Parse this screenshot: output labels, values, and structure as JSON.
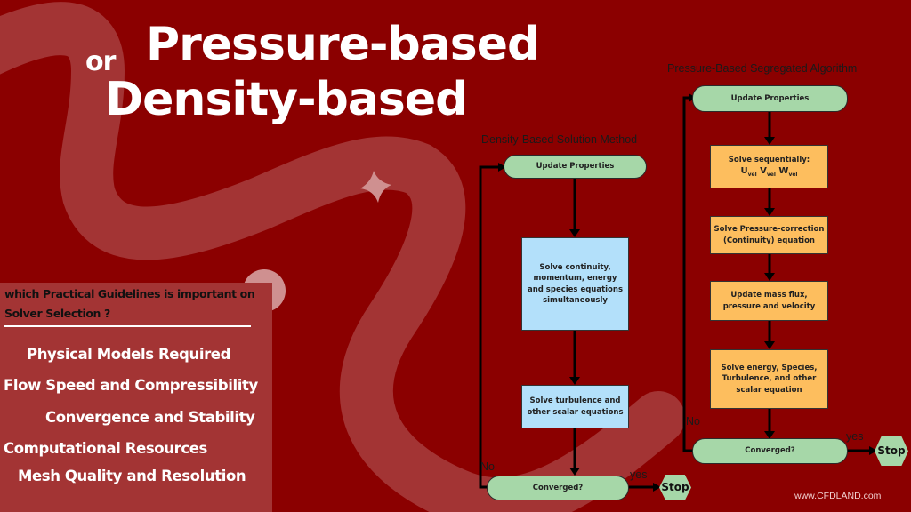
{
  "header": {
    "or_label": "or",
    "title_line1": "Pressure-based",
    "title_line2": "Density-based"
  },
  "guidelines": {
    "question": "which Practical Guidelines is important on Solver Selection ?",
    "items": [
      "Physical Models Required",
      "Flow Speed and Compressibility",
      "Convergence and Stability",
      "Computational Resources",
      "Mesh Quality and Resolution"
    ]
  },
  "density_flow": {
    "title": "Density-Based Solution Method",
    "update_properties": "Update Properties",
    "solve_coupled": "Solve continuity, momentum, energy and species equations simultaneously",
    "solve_turbulence": "Solve turbulence and other scalar equations",
    "converged": "Converged?",
    "no_label": "No",
    "yes_label": "yes",
    "stop_label": "Stop"
  },
  "pressure_flow": {
    "title": "Pressure-Based Segregated Algorithm",
    "update_properties": "Update Properties",
    "solve_sequential_title": "Solve sequentially:",
    "vel_components": [
      {
        "base": "U",
        "sub": "vel"
      },
      {
        "base": "V",
        "sub": "vel"
      },
      {
        "base": "W",
        "sub": "vel"
      }
    ],
    "solve_pressure_correction": "Solve Pressure-correction (Continuity) equation",
    "update_mass_flux": "Update mass flux, pressure and velocity",
    "solve_energy": "Solve energy, Species, Turbulence, and other scalar equation",
    "converged": "Converged?",
    "no_label": "No",
    "yes_label": "yes",
    "stop_label": "Stop"
  },
  "footer": {
    "website": "www.CFDLAND.com"
  },
  "colors": {
    "background": "#8b0000",
    "panel": "#a33434",
    "pill_green": "#a6d7a8",
    "box_blue": "#b3e0fa",
    "box_orange": "#fdbe5e"
  }
}
